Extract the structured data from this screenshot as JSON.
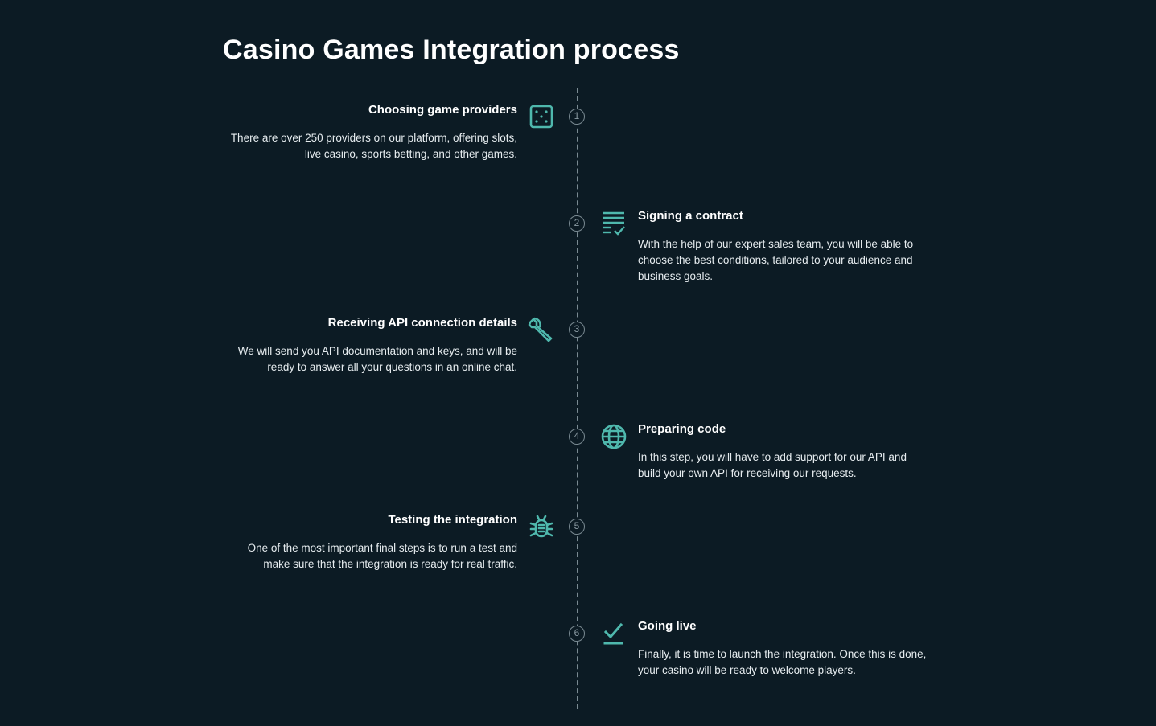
{
  "page": {
    "title": "Casino Games Integration process"
  },
  "colors": {
    "background": "#0c1b24",
    "accent": "#4fb8ad",
    "timeline": "#7a8a92",
    "text": "#ffffff"
  },
  "steps": [
    {
      "number": "1",
      "side": "left",
      "icon": "dice-icon",
      "title": "Choosing game providers",
      "description": "There are over 250 providers on our platform, offering slots, live casino, sports betting, and other games."
    },
    {
      "number": "2",
      "side": "right",
      "icon": "checklist-icon",
      "title": "Signing a contract",
      "description": "With the help of our expert sales team, you will be able to choose the best conditions, tailored to your audience and business goals."
    },
    {
      "number": "3",
      "side": "left",
      "icon": "wrench-icon",
      "title": "Receiving API connection details",
      "description": "We will send you API documentation and keys, and will be ready to answer all your questions in an online chat."
    },
    {
      "number": "4",
      "side": "right",
      "icon": "globe-icon",
      "title": "Preparing code",
      "description": "In this step, you will have to add support for our API and build your own API for receiving our requests."
    },
    {
      "number": "5",
      "side": "left",
      "icon": "bug-icon",
      "title": "Testing the integration",
      "description": "One of the most important final steps is to run a test and make sure that the integration is ready for real traffic."
    },
    {
      "number": "6",
      "side": "right",
      "icon": "checkmark-icon",
      "title": "Going live",
      "description": "Finally, it is time to launch the integration. Once this is done, your casino will be ready to welcome players."
    }
  ]
}
